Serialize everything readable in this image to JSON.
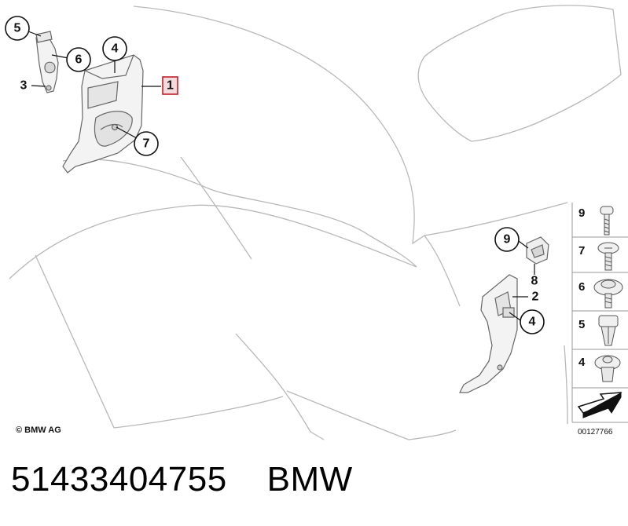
{
  "callouts": {
    "c5": "5",
    "c6": "6",
    "c3": "3",
    "c4_top": "4",
    "c1": "1",
    "c7": "7",
    "c9": "9",
    "c8": "8",
    "c2": "2",
    "c4_bottom": "4"
  },
  "legend": {
    "items": [
      "9",
      "7",
      "6",
      "5",
      "4"
    ]
  },
  "copyright": "© BMW AG",
  "drawing_number": "00127766",
  "footer": {
    "part_number": "51433404755",
    "brand": "BMW"
  },
  "colors": {
    "line": "#6b6b6b",
    "context_line": "#b8b8b8",
    "highlight_border": "#c0202a",
    "highlight_fill": "#f2dadd",
    "part_fill": "#f3f3f3"
  }
}
